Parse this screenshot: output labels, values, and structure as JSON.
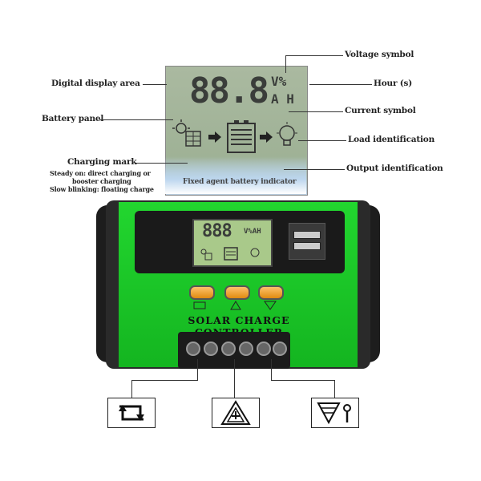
{
  "labels": {
    "digital_display_area": "Digital display area",
    "battery_panel": "Battery panel",
    "charging_mark": "Charging mark",
    "charging_note_1": "Steady on: direct charging or",
    "charging_note_2": "booster charging",
    "charging_note_3": "Slow blinking: floating charge",
    "voltage_symbol": "Voltage symbol",
    "hours": "Hour (s)",
    "current_symbol": "Current symbol",
    "load_identification": "Load identification",
    "output_identification": "Output identification",
    "bottom_caption": "Fixed agent battery indicator"
  },
  "lcd": {
    "digits": "88.8",
    "unit_top": "V%",
    "unit_bottom": "A H"
  },
  "controller": {
    "panel_text": "SOLAR CHARGE CONTROLLER",
    "mini_digits": "888",
    "mini_units": "V%AH"
  },
  "icons": {
    "solar": "solar-panel-icon",
    "battery": "battery-icon",
    "load": "bulb-icon",
    "arrow": "arrow-right-icon",
    "bottom_left": "cycle-arrows-icon",
    "bottom_middle": "warning-triangle-icon",
    "bottom_right": "load-output-icon"
  },
  "colors": {
    "controller_green": "#1ec42a",
    "button_orange": "#f0a030",
    "lcd_green": "#a9c98a"
  }
}
